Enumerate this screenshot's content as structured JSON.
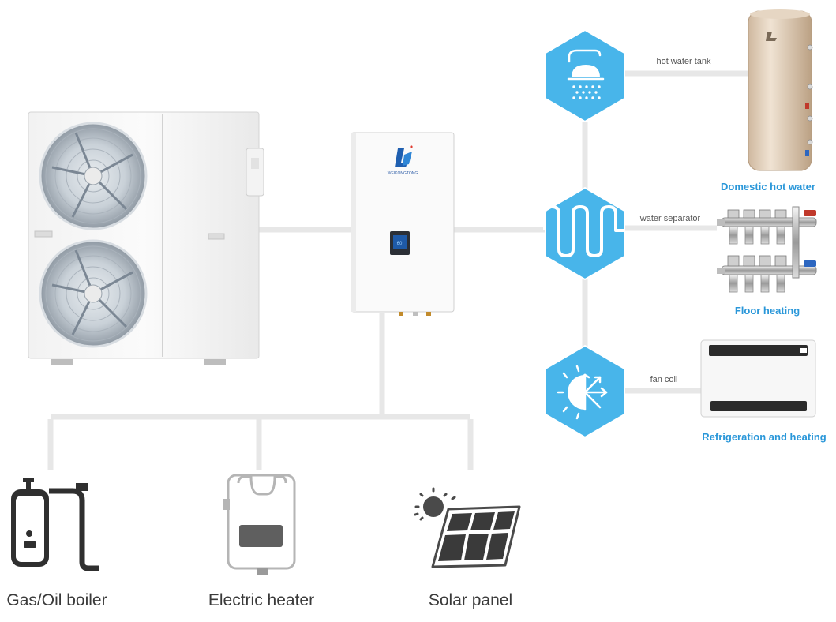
{
  "colors": {
    "hexagon_fill": "#48b5ea",
    "hexagon_outline": "#ffffff",
    "caption_blue": "#2a97d9",
    "connector": "#e7e7e7",
    "icon_dark": "#2f2f2f",
    "icon_light": "#b5b5b5"
  },
  "controller": {
    "logo_text": "WEIKONGTONG"
  },
  "branches": {
    "hot_water": {
      "icon": "shower-icon",
      "pipe_label": "hot water tank",
      "caption": "Domestic hot water"
    },
    "floor": {
      "icon": "wave-coil-icon",
      "pipe_label": "water separator",
      "caption": "Floor heating"
    },
    "fan": {
      "icon": "sun-snowflake-icon",
      "pipe_label": "fan coil",
      "caption": "Refrigeration and heating"
    }
  },
  "sources": {
    "boiler": {
      "icon": "boiler-icon",
      "label": "Gas/Oil boiler"
    },
    "heater": {
      "icon": "electric-heater-icon",
      "label": "Electric heater"
    },
    "solar": {
      "icon": "solar-panel-icon",
      "label": "Solar panel"
    }
  }
}
